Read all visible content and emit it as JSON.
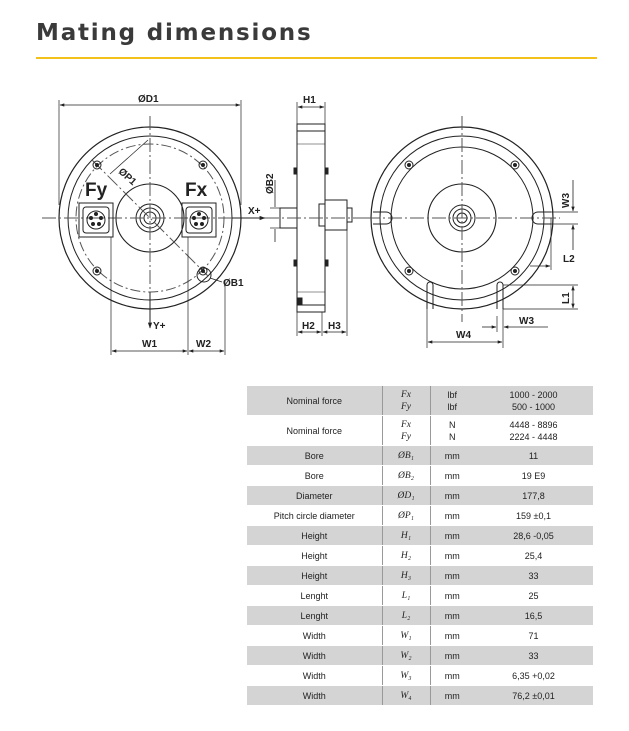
{
  "title": "Mating dimensions",
  "colors": {
    "accent": "#f2c21b",
    "row_shade": "#d4d4d4"
  },
  "drawing_labels": {
    "d1": "ØD1",
    "p1": "ØP1",
    "b1": "ØB1",
    "b2": "ØB2",
    "fy": "Fy",
    "fx": "Fx",
    "x_axis": "X+",
    "y_axis": "Y+",
    "w1": "W1",
    "w2": "W2",
    "w3": "W3",
    "w4": "W4",
    "h1": "H1",
    "h2": "H2",
    "h3": "H3",
    "l1": "L1",
    "l2": "L2"
  },
  "table": {
    "rows": [
      {
        "param": "Nominal force",
        "symbol": [
          "Fx",
          "Fy"
        ],
        "unit": [
          "lbf",
          "lbf"
        ],
        "value": [
          "1000 - 2000",
          "500 - 1000"
        ]
      },
      {
        "param": "Nominal force",
        "symbol": [
          "Fx",
          "Fy"
        ],
        "unit": [
          "N",
          "N"
        ],
        "value": [
          "4448 - 8896",
          "2224 - 4448"
        ]
      },
      {
        "param": "Bore",
        "symbol": "ØB₁",
        "unit": "mm",
        "value": "11"
      },
      {
        "param": "Bore",
        "symbol": "ØB₂",
        "unit": "mm",
        "value": "19 E9"
      },
      {
        "param": "Diameter",
        "symbol": "ØD₁",
        "unit": "mm",
        "value": "177,8"
      },
      {
        "param": "Pitch circle diameter",
        "symbol": "ØP₁",
        "unit": "mm",
        "value": "159 ±0,1"
      },
      {
        "param": "Height",
        "symbol": "H₁",
        "unit": "mm",
        "value": "28,6 -0,05"
      },
      {
        "param": "Height",
        "symbol": "H₂",
        "unit": "mm",
        "value": "25,4"
      },
      {
        "param": "Height",
        "symbol": "H₃",
        "unit": "mm",
        "value": "33"
      },
      {
        "param": "Lenght",
        "symbol": "L₁",
        "unit": "mm",
        "value": "25"
      },
      {
        "param": "Lenght",
        "symbol": "L₂",
        "unit": "mm",
        "value": "16,5"
      },
      {
        "param": "Width",
        "symbol": "W₁",
        "unit": "mm",
        "value": "71"
      },
      {
        "param": "Width",
        "symbol": "W₂",
        "unit": "mm",
        "value": "33"
      },
      {
        "param": "Width",
        "symbol": "W₃",
        "unit": "mm",
        "value": "6,35 +0,02"
      },
      {
        "param": "Width",
        "symbol": "W₄",
        "unit": "mm",
        "value": "76,2 ±0,01"
      }
    ]
  }
}
